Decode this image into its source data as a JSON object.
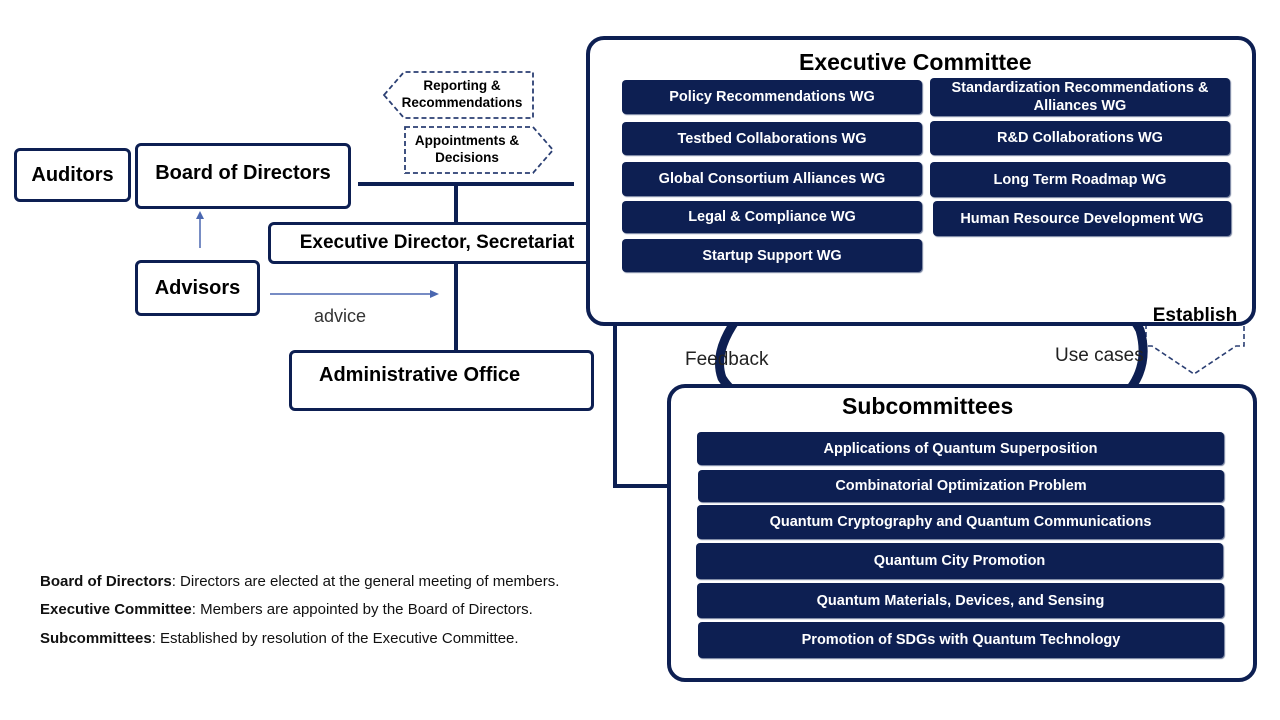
{
  "colors": {
    "navy": "#0d1f52",
    "arrow_blue": "#4a67b0",
    "dashed": "#2b3f73"
  },
  "boxes": {
    "auditors": "Auditors",
    "board": "Board of Directors",
    "advisors": "Advisors",
    "exec_director": "Executive Director, Secretariat",
    "admin_office": "Administrative Office"
  },
  "labels": {
    "reporting": "Reporting & Recommendations",
    "appointments": "Appointments & Decisions",
    "advice": "advice",
    "feedback": "Feedback",
    "use_cases": "Use cases",
    "establish": "Establish"
  },
  "executive_committee": {
    "title": "Executive Committee",
    "groups": [
      "Policy Recommendations WG",
      "Standardization Recommendations & Alliances WG",
      "Testbed Collaborations WG",
      "R&D Collaborations WG",
      "Global Consortium Alliances WG",
      "Long Term Roadmap WG",
      "Legal & Compliance WG",
      "Human Resource Development WG",
      "Startup Support WG"
    ]
  },
  "subcommittees": {
    "title": "Subcommittees",
    "items": [
      "Applications of Quantum Superposition",
      "Combinatorial Optimization Problem",
      "Quantum Cryptography and Quantum Communications",
      "Quantum City Promotion",
      "Quantum Materials, Devices, and Sensing",
      "Promotion of SDGs with Quantum Technology"
    ]
  },
  "notes": [
    {
      "term": "Board of Directors",
      "text": ": Directors are elected at the general meeting of members."
    },
    {
      "term": "Executive Committee",
      "text": ": Members are appointed by the Board of Directors."
    },
    {
      "term": "Subcommittees",
      "text": ": Established by resolution of the Executive Committee."
    }
  ]
}
